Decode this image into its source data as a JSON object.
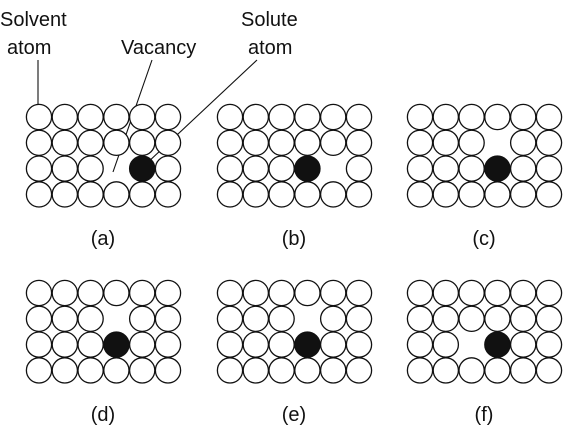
{
  "labels": {
    "solvent_line1": "Solvent",
    "solvent_line2": "atom",
    "vacancy": "Vacancy",
    "solute_line1": "Solute",
    "solute_line2": "atom"
  },
  "grid": {
    "rows": 4,
    "cols": 6
  },
  "panels": [
    {
      "label": "(a)",
      "vacancy": [
        2,
        3
      ],
      "solute": [
        2,
        4
      ]
    },
    {
      "label": "(b)",
      "vacancy": [
        2,
        4
      ],
      "solute": [
        2,
        3
      ]
    },
    {
      "label": "(c)",
      "vacancy": [
        1,
        3
      ],
      "solute": [
        2,
        3
      ]
    },
    {
      "label": "(d)",
      "vacancy": [
        1,
        3
      ],
      "solute": [
        2,
        3
      ]
    },
    {
      "label": "(e)",
      "vacancy": [
        1,
        3
      ],
      "solute": [
        2,
        3
      ]
    },
    {
      "label": "(f)",
      "vacancy": [
        2,
        2
      ],
      "solute": [
        2,
        3
      ]
    }
  ],
  "colors": {
    "solvent_fill": "#ffffff",
    "solute_fill": "#111111",
    "outline": "#111111"
  }
}
